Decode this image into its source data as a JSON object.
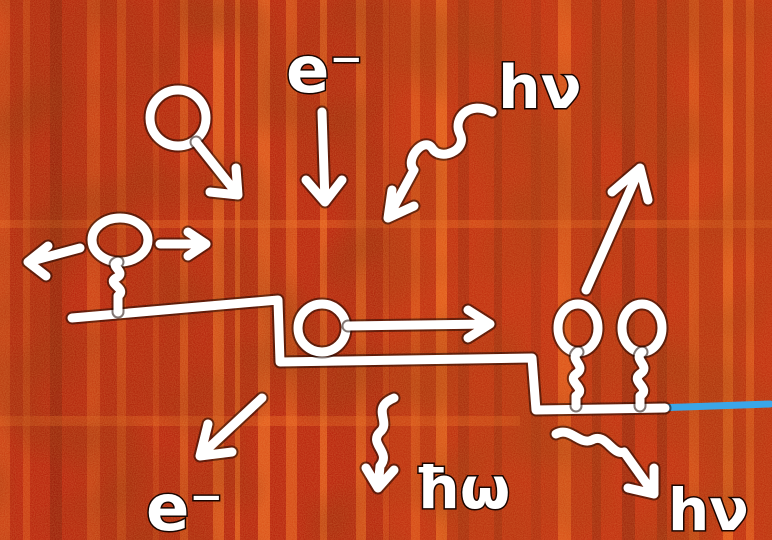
{
  "labels": {
    "electron_in": "e⁻",
    "photon_in": "hν",
    "electron_out": "e⁻",
    "thermal": "ħω",
    "photon_out": "hν"
  },
  "colors": {
    "background_base": "#b41a06",
    "background_stripe_light": "#f06a1c",
    "background_stripe_dark": "#7a0d02",
    "ink": "#ffffff",
    "trace_blue": "#3aa6e8"
  },
  "icons": {
    "molecule": "circle-on-spring",
    "heat": "wavy-arrow",
    "photon": "zigzag-arrow"
  }
}
